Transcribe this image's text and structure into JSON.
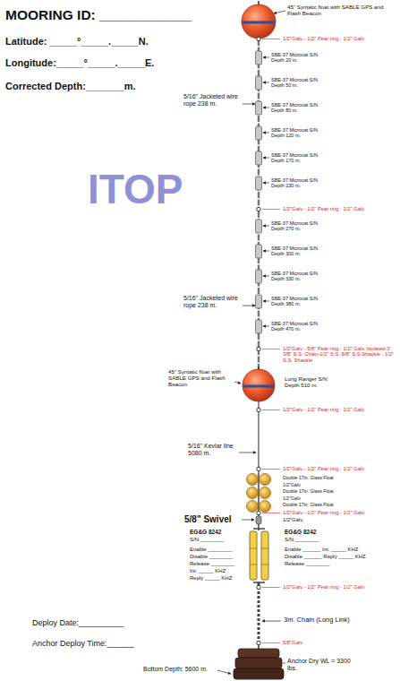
{
  "diagram": {
    "labels": [
      "MOORING ID: ____________",
      "Latitude: _____°_____._____N.",
      "Longitude:_____°_____._____E.",
      "Corrected Depth:_______m.",
      "ITOP",
      "45\" Syntatic float with SABLE GPS and Flash Beacon",
      "1/2\"Galv - 1/2\" Pear ring - 1/2\" Galv",
      "SBE-37 Microcat S/N Depth 20 m.",
      "SBE-37 Microcat S/N Depth 50 m.",
      "SBE-37 Microcat S/N Depth 80 m.",
      "SBE-37 Microcat S/N Depth 120 m.",
      "SBE-37 Microcat S/N Depth 170 m.",
      "SBE-37 Microcat S/N Depth 230 m.",
      "5/16\" Jacketed wire rope 238 m.",
      "1/2\"Galv - 1/2\" Pear ring - 1/2\" Galv",
      "SBE-37 Microcat S/N Depth 270 m.",
      "SBE-37 Microcat S/N Depth 300 m.",
      "SBE-37 Microcat S/N Depth 330 m.",
      "SBE-37 Microcat S/N Depth 380 m.",
      "SBE-37 Microcat S/N Depth 470 m.",
      "5/16\" Jacketed wire rope 238 m.",
      "1/2\"Galv - 5/8\" Pear ring - 1/2\" Galv. Isolated-3' 3/8\" S.S. Chain-1/2\" S.S. 5/8\" S.S.Shackle - 1/2\" S.S. Shackle",
      "45\" Syntatic float with SABLE GPS and Flash Beacon",
      "Long Ranger S/N Depth 510 m.",
      "1/2\"Galv - 1/2\" Pear ring - 1/2\" Galv",
      "5/16\" Kevlar line 5080 m.",
      "1/2\"Galv - 1/2\" Pear ring - 1/2\" Galv",
      "Double 17in. Glass Float",
      "1/2\"Galv",
      "Double 17in. Glass Float",
      "1/2\"Galv",
      "Double 17in. Glass Float",
      "1/2\"Galv - 1/2\" Pear ring - 1/2\" Galv.",
      "5/8\" Swivel",
      "1/2\"Galv.",
      "EG&G 8242",
      "S/N:________",
      "Enable ________",
      "Disable ________",
      "Release ________",
      "Int. _____ KHZ",
      "Reply _____ KHZ",
      "EG&G 8242",
      "S/N:________",
      "Enable ______ Int. _____ KHZ",
      "Disable ______ Reply _____ KHZ",
      "Release ________",
      "1/2\"Galv - 1/2\" Pear ring - 1/2\" Galv",
      "3m. Chain (Long Link)",
      "5/8\"Galv",
      "Bottom Depth: 5600 m.",
      "Anchor Dry WL = 3300 lbs.",
      "Deploy Date:__________",
      "Anchor Deploy Time:______"
    ]
  }
}
